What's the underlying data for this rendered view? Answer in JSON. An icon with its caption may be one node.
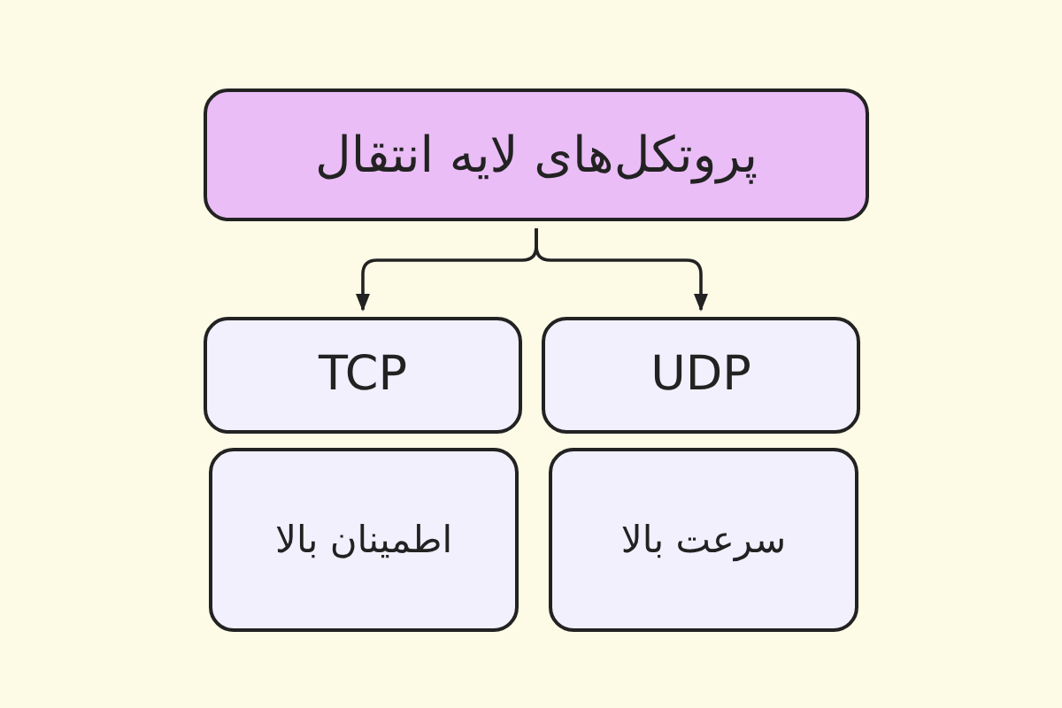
{
  "diagram": {
    "nodes": [
      {
        "text": [
          "پروتکل‌های لایه انتقال"
        ]
      },
      {
        "text": [
          "TCP"
        ]
      },
      {
        "text": [
          "UDP"
        ]
      },
      {
        "text": [
          "اطمینان بالا"
        ]
      },
      {
        "text": [
          "سرعت بالا"
        ]
      }
    ],
    "edges": [
      {
        "from": 0,
        "to": 1,
        "arrow": "to"
      },
      {
        "from": 0,
        "to": 2,
        "arrow": "to"
      }
    ]
  }
}
